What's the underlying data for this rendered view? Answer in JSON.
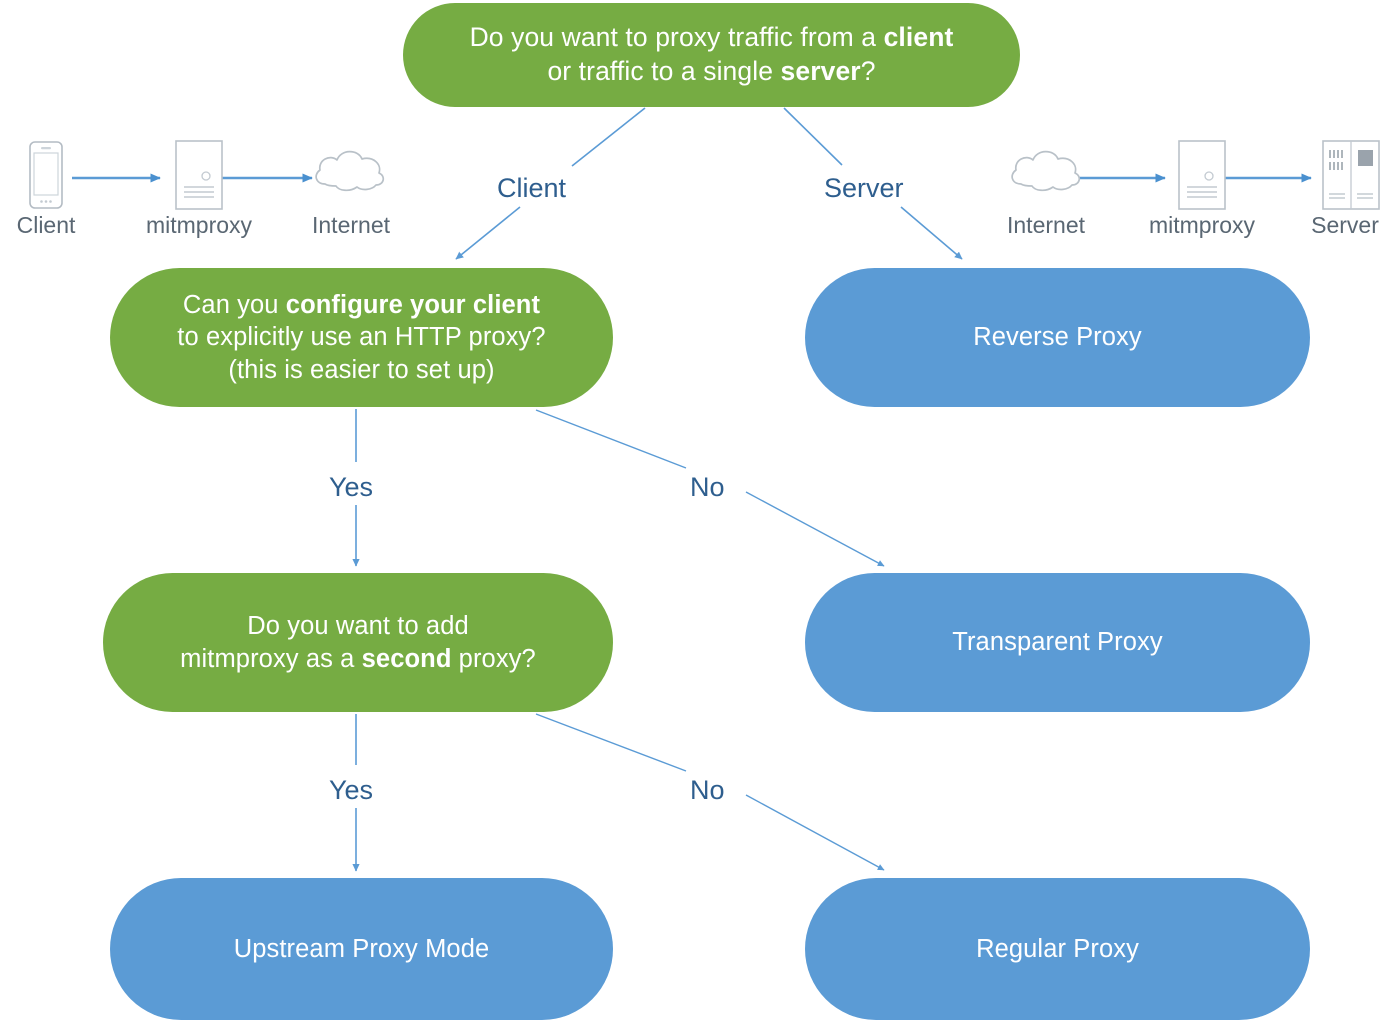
{
  "diagram": {
    "title": "mitmproxy mode selection flowchart",
    "colors": {
      "decision_green": "#76AC43",
      "terminal_blue": "#5B9BD5",
      "edge_blue": "#5B9BD5",
      "edge_label_text": "#2E5E8E",
      "icon_caption_text": "#5A6773",
      "node_text": "#FFFFFF",
      "background": "#FFFFFF"
    },
    "nodes": [
      {
        "id": "root",
        "kind": "decision",
        "color": "#76AC43",
        "lines": [
          {
            "parts": [
              {
                "text": "Do you want to proxy traffic from a ",
                "bold": false
              },
              {
                "text": "client",
                "bold": true
              }
            ]
          },
          {
            "parts": [
              {
                "text": "or traffic to a single ",
                "bold": false
              },
              {
                "text": "server",
                "bold": true
              },
              {
                "text": "?",
                "bold": false
              }
            ]
          }
        ]
      },
      {
        "id": "configure",
        "kind": "decision",
        "color": "#76AC43",
        "lines": [
          {
            "parts": [
              {
                "text": "Can you ",
                "bold": false
              },
              {
                "text": "configure your client",
                "bold": true
              }
            ]
          },
          {
            "parts": [
              {
                "text": "to explicitly use an HTTP proxy?",
                "bold": false
              }
            ]
          },
          {
            "parts": [
              {
                "text": "(this is easier to set up)",
                "bold": false
              }
            ]
          }
        ]
      },
      {
        "id": "second",
        "kind": "decision",
        "color": "#76AC43",
        "lines": [
          {
            "parts": [
              {
                "text": "Do you want to add",
                "bold": false
              }
            ]
          },
          {
            "parts": [
              {
                "text": "mitmproxy as a ",
                "bold": false
              },
              {
                "text": "second",
                "bold": true
              },
              {
                "text": " proxy?",
                "bold": false
              }
            ]
          }
        ]
      },
      {
        "id": "reverse",
        "kind": "terminal",
        "color": "#5B9BD5",
        "lines": [
          {
            "parts": [
              {
                "text": "Reverse Proxy",
                "bold": false
              }
            ]
          }
        ]
      },
      {
        "id": "transparent",
        "kind": "terminal",
        "color": "#5B9BD5",
        "lines": [
          {
            "parts": [
              {
                "text": "Transparent Proxy",
                "bold": false
              }
            ]
          }
        ]
      },
      {
        "id": "upstream",
        "kind": "terminal",
        "color": "#5B9BD5",
        "lines": [
          {
            "parts": [
              {
                "text": "Upstream Proxy Mode",
                "bold": false
              }
            ]
          }
        ]
      },
      {
        "id": "regular",
        "kind": "terminal",
        "color": "#5B9BD5",
        "lines": [
          {
            "parts": [
              {
                "text": "Regular Proxy",
                "bold": false
              }
            ]
          }
        ]
      }
    ],
    "edges": [
      {
        "from": "root",
        "to": "configure",
        "label": "Client"
      },
      {
        "from": "root",
        "to": "reverse",
        "label": "Server"
      },
      {
        "from": "configure",
        "to": "second",
        "label": "Yes"
      },
      {
        "from": "configure",
        "to": "transparent",
        "label": "No"
      },
      {
        "from": "second",
        "to": "upstream",
        "label": "Yes"
      },
      {
        "from": "second",
        "to": "regular",
        "label": "No"
      }
    ],
    "edge_labels": {
      "client": "Client",
      "server": "Server",
      "yes_1": "Yes",
      "no_1": "No",
      "yes_2": "Yes",
      "no_2": "No"
    },
    "illustrations": [
      {
        "id": "client-flow",
        "side": "left",
        "items": [
          {
            "icon": "phone-icon",
            "caption": "Client"
          },
          {
            "icon": "mitmproxy-icon",
            "caption": "mitmproxy"
          },
          {
            "icon": "cloud-icon",
            "caption": "Internet"
          }
        ]
      },
      {
        "id": "server-flow",
        "side": "right",
        "items": [
          {
            "icon": "cloud-icon",
            "caption": "Internet"
          },
          {
            "icon": "mitmproxy-icon",
            "caption": "mitmproxy"
          },
          {
            "icon": "server-rack-icon",
            "caption": "Server"
          }
        ]
      }
    ]
  }
}
